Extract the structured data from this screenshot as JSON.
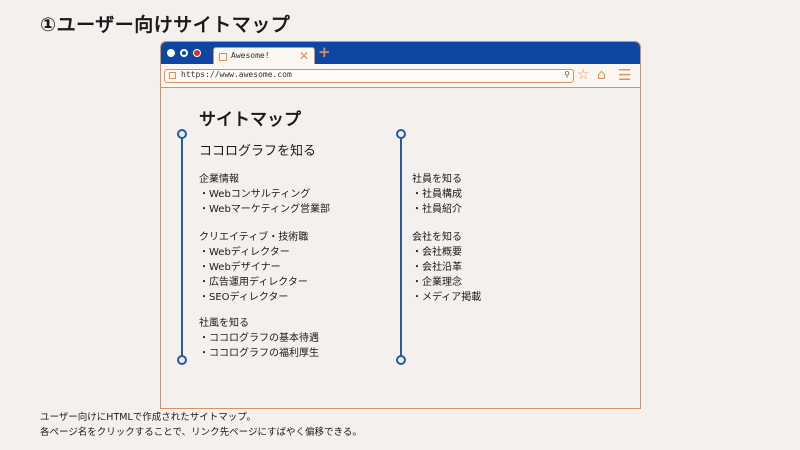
{
  "slide": {
    "title": "①ユーザー向けサイトマップ",
    "caption": [
      "ユーザー向けにHTMLで作成されたサイトマップ。",
      "各ページ名をクリックすることで、リンク先ページにすばやく偏移できる。"
    ]
  },
  "browser": {
    "tab_label": "Awesome!",
    "tab_close": "✕",
    "new_tab": "+",
    "url": "https://www.awesome.com",
    "icons": {
      "search": "⚲",
      "star": "☆",
      "home": "⌂",
      "menu": "☰"
    },
    "colors": {
      "titlebar": "#0d47a1",
      "accent": "#d9925f",
      "timeline": "#2a5a9c"
    }
  },
  "sitemap": {
    "heading": "サイトマップ",
    "section_title": "ココログラフを知る",
    "groups": {
      "corporate": {
        "title": "企業情報",
        "items": [
          "・Webコンサルティング",
          "・Webマーケティング営業部"
        ]
      },
      "creative": {
        "title": "クリエイティブ・技術職",
        "items": [
          "・Webディレクター",
          "・Webデザイナー",
          "・広告運用ディレクター",
          "・SEOディレクター"
        ]
      },
      "culture": {
        "title": "社風を知る",
        "items": [
          "・ココログラフの基本待遇",
          "・ココログラフの福利厚生"
        ]
      },
      "staff": {
        "title": "社員を知る",
        "items": [
          "・社員構成",
          "・社員紹介"
        ]
      },
      "company": {
        "title": "会社を知る",
        "items": [
          "・会社概要",
          "・会社沿革",
          "・企業理念",
          "・メディア掲載"
        ]
      }
    }
  }
}
